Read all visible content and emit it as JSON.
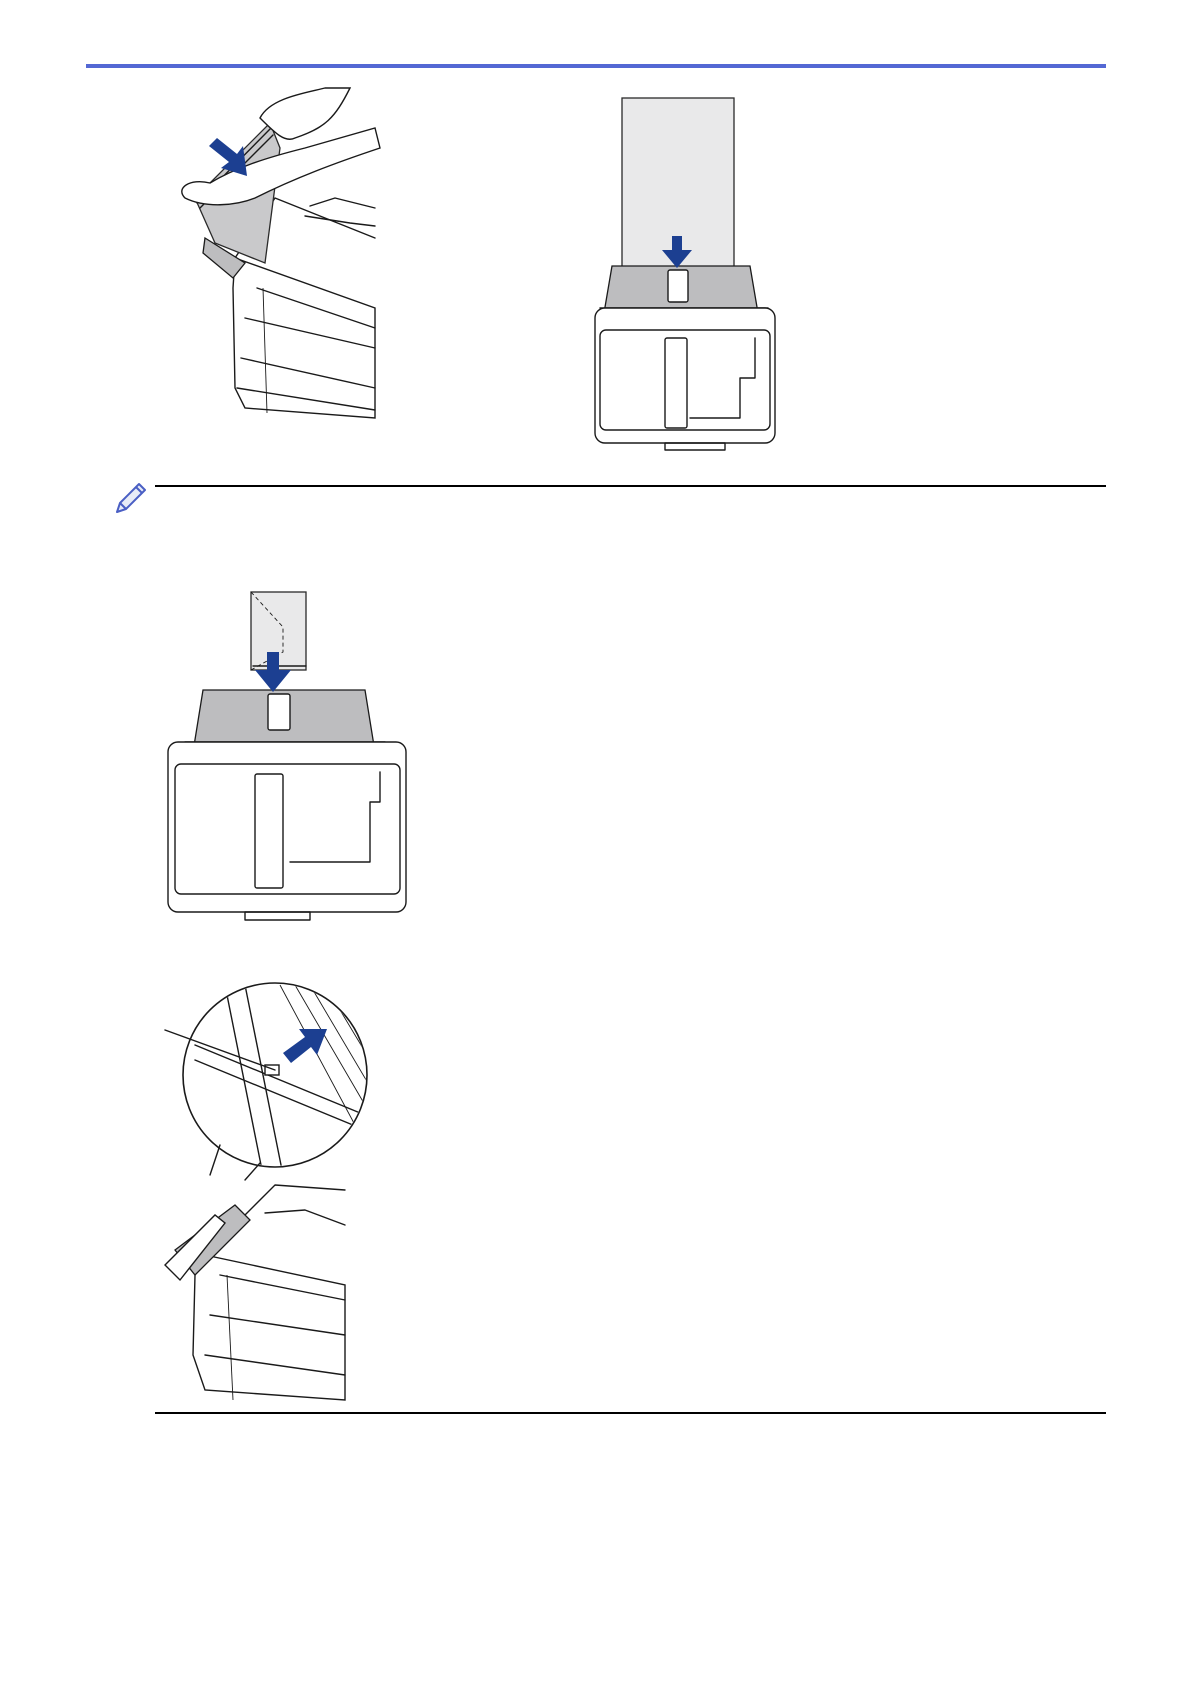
{
  "colors": {
    "topbar": "#5468d4",
    "arrow": "#1c3f91",
    "rule": "#000000"
  },
  "figures": [
    {
      "name": "illustration-load-paper-side",
      "icon": "paper-loading-illustration"
    },
    {
      "name": "illustration-load-paper-front",
      "icon": "paper-loading-illustration"
    },
    {
      "name": "illustration-load-envelope-front",
      "icon": "envelope-loading-illustration"
    },
    {
      "name": "illustration-paper-guide-zoom",
      "icon": "magnified-detail-illustration"
    }
  ],
  "note": {
    "icon": "pencil-note-icon"
  }
}
